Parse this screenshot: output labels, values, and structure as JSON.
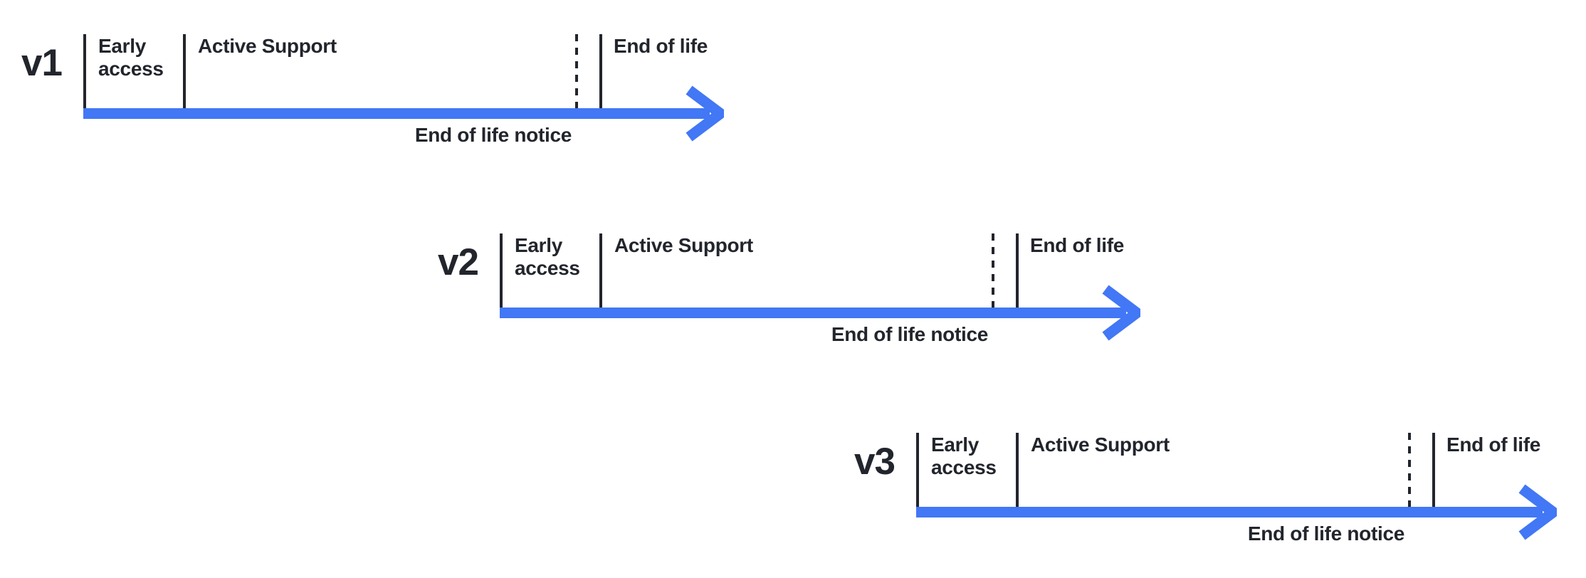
{
  "colors": {
    "accent": "#4277f5",
    "ink": "#22252c",
    "background": "#ffffff"
  },
  "icons": {
    "arrow": "arrow-right-icon"
  },
  "timelines": [
    {
      "version": "v1",
      "early_access": "Early\naccess",
      "active_support": "Active Support",
      "end_of_life": "End of life",
      "eol_notice": "End of life notice"
    },
    {
      "version": "v2",
      "early_access": "Early\naccess",
      "active_support": "Active Support",
      "end_of_life": "End of life",
      "eol_notice": "End of life notice"
    },
    {
      "version": "v3",
      "early_access": "Early\naccess",
      "active_support": "Active Support",
      "end_of_life": "End of life",
      "eol_notice": "End of life notice"
    }
  ]
}
